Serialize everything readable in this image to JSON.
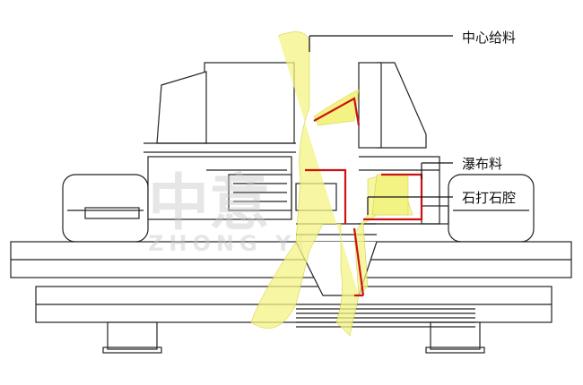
{
  "labels": {
    "center_feed": "中心给料",
    "waterfall_feed": "瀑布料",
    "rock_chamber": "石打石腔"
  },
  "watermark": {
    "cn": "中意",
    "en": "ZHONG YI"
  },
  "colors": {
    "line": "#222222",
    "highlight": "#cc1111",
    "material": "#e8e84a",
    "watermark": "#c8c8c8"
  }
}
